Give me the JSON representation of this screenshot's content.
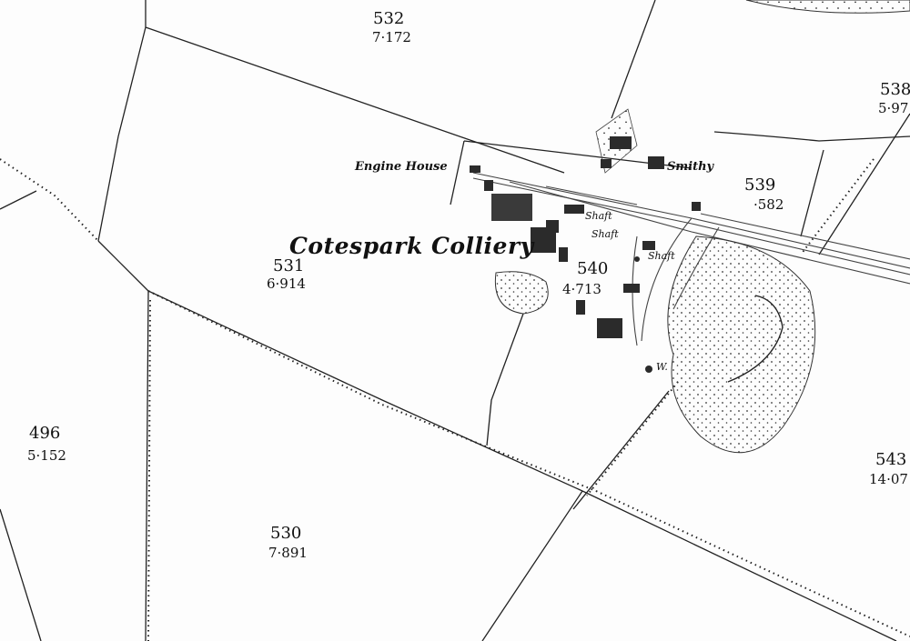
{
  "map": {
    "title": "Cotespark Colliery",
    "features": {
      "engine_house": "Engine House",
      "smithy": "Smithy",
      "shaft_1": "Shaft",
      "shaft_2": "Shaft",
      "shaft_3": "Shaft",
      "well": "W."
    },
    "parcels": [
      {
        "id": "532",
        "area": "7·172"
      },
      {
        "id": "538",
        "area": "5·97"
      },
      {
        "id": "539",
        "area": "·582"
      },
      {
        "id": "531",
        "area": "6·914"
      },
      {
        "id": "540",
        "area": "4·713"
      },
      {
        "id": "496",
        "area": "5·152"
      },
      {
        "id": "543",
        "area": "14·07"
      },
      {
        "id": "530",
        "area": "7·891"
      }
    ]
  }
}
